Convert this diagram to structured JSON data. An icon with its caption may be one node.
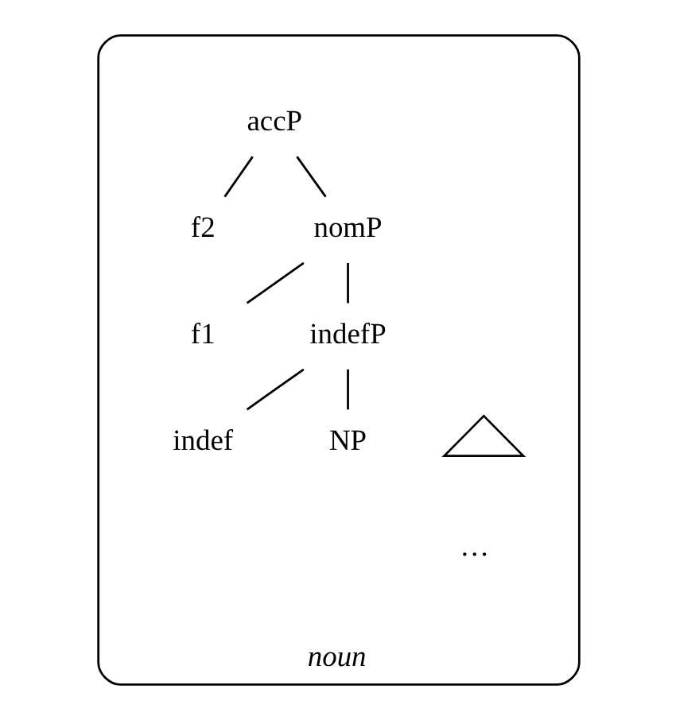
{
  "diagram": {
    "nodes": [
      {
        "text": [
          "noun"
        ]
      },
      {
        "text": [
          "accP"
        ],
        "in": 0
      },
      {
        "text": [
          "f2"
        ],
        "in": 0
      },
      {
        "text": [
          "nomP"
        ],
        "in": 0
      },
      {
        "text": [
          "f1"
        ],
        "in": 0
      },
      {
        "text": [
          "indefP"
        ],
        "in": 0
      },
      {
        "text": [
          "indef"
        ],
        "in": 0
      },
      {
        "text": [
          "NP"
        ],
        "in": 0
      },
      {
        "text": [],
        "shape": "triangle",
        "beside": [
          "…"
        ],
        "in": 0
      }
    ],
    "edges": [
      {
        "from": 1,
        "to": 2,
        "arrow": "none"
      },
      {
        "from": 1,
        "to": 3,
        "arrow": "none"
      },
      {
        "from": 3,
        "to": 4,
        "arrow": "none"
      },
      {
        "from": 3,
        "to": 5,
        "arrow": "none"
      },
      {
        "from": 5,
        "to": 6,
        "arrow": "none"
      },
      {
        "from": 5,
        "to": 7,
        "arrow": "none"
      }
    ]
  }
}
